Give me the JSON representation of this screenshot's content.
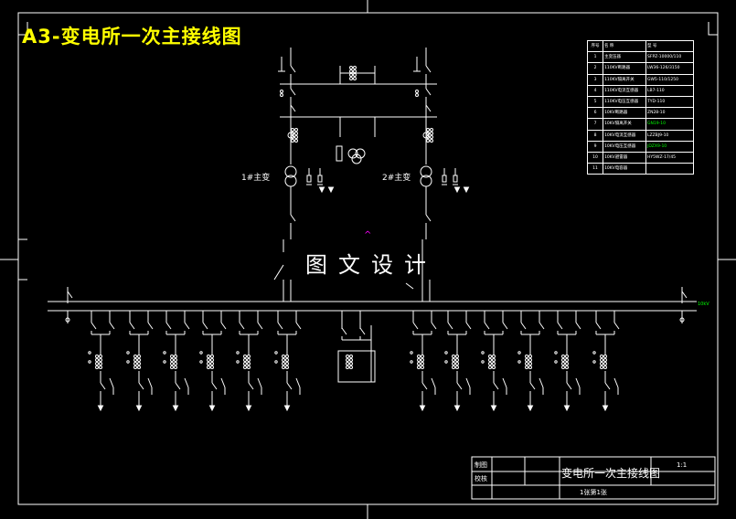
{
  "drawing": {
    "title": "A3-变电所一次主接线图",
    "watermark": "图文设计",
    "transformer_1": "1#主变",
    "transformer_2": "2#主变",
    "bus_label_right": "10kV",
    "cursor_glyph": "^"
  },
  "equipment_table": {
    "headers": [
      "序号",
      "名 称",
      "型 号"
    ],
    "rows": [
      [
        "1",
        "主变压器",
        "SFPZ-10000/110"
      ],
      [
        "2",
        "110KV断路器",
        "LW36-126/3150"
      ],
      [
        "3",
        "110KV隔离开关",
        "GW5-110/1250"
      ],
      [
        "4",
        "110KV电流互感器",
        "LB7-110"
      ],
      [
        "5",
        "110KV电压互感器",
        "TYD-110"
      ],
      [
        "6",
        "10KV断路器",
        "ZN28-10"
      ],
      [
        "7",
        "10KV隔离开关",
        "GN19-10"
      ],
      [
        "8",
        "10KV电流互感器",
        "LZZBJ9-10"
      ],
      [
        "9",
        "10KV电压互感器",
        "JDZX9-10"
      ],
      [
        "10",
        "10KV避雷器",
        "HY5WZ-17/45"
      ],
      [
        "11",
        "10KV电容器",
        ""
      ]
    ],
    "green_rows": [
      6,
      8
    ]
  },
  "title_block": {
    "drawn_by": "制图",
    "checked_by": "校核",
    "drawing_name": "变电所一次主接线图",
    "scale": "1:1",
    "sheet": "1张第1张"
  }
}
